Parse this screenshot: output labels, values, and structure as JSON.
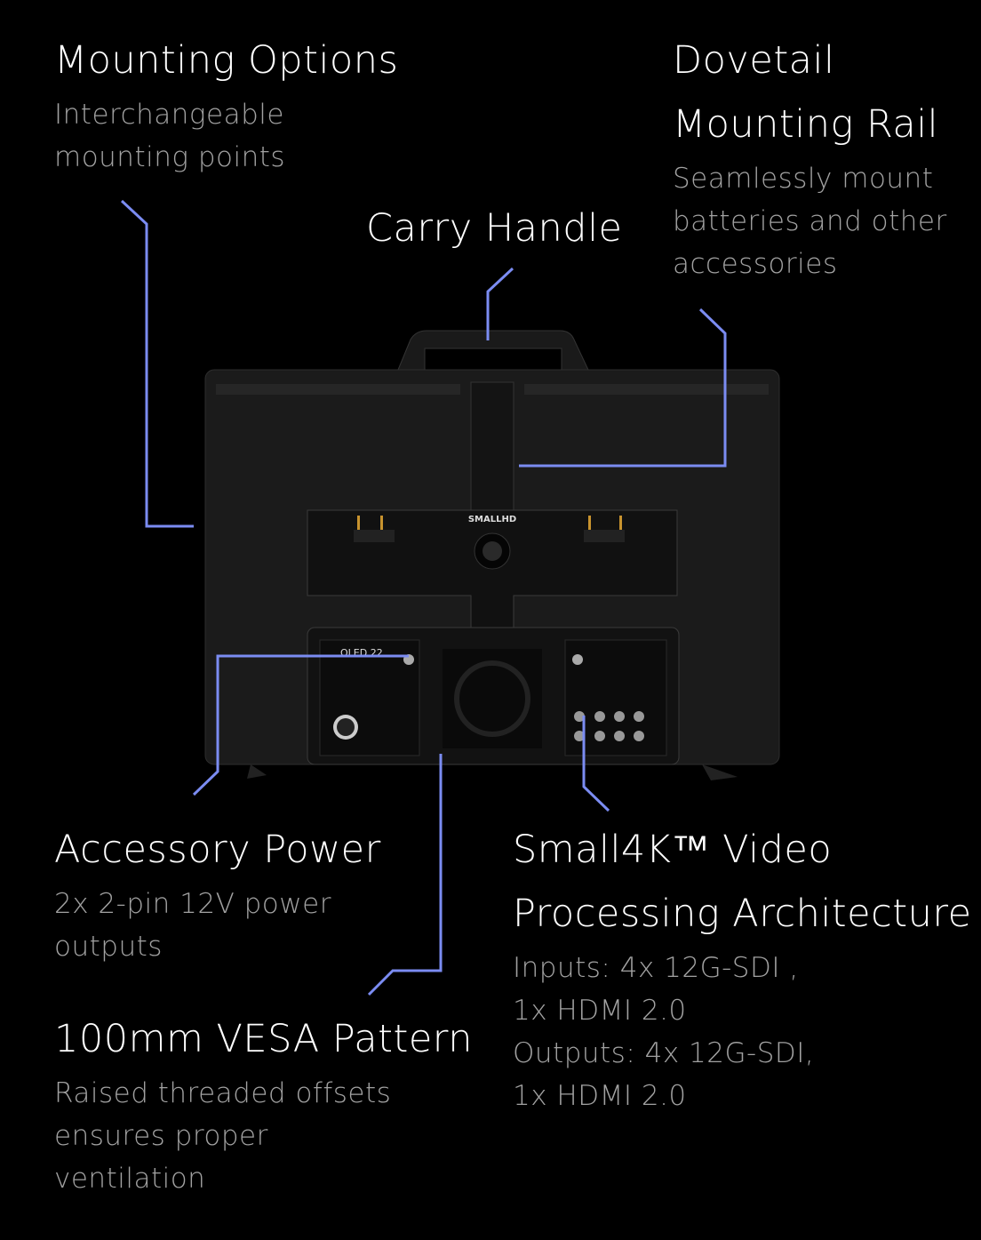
{
  "features": {
    "mounting": {
      "title": "Mounting Options",
      "desc": [
        "Interchangeable",
        "mounting points"
      ]
    },
    "dovetail": {
      "title": [
        "Dovetail",
        "Mounting Rail"
      ],
      "desc": [
        "Seamlessly mount",
        "batteries and other",
        "accessories"
      ]
    },
    "handle": {
      "title": "Carry Handle"
    },
    "power": {
      "title": "Accessory Power",
      "desc": [
        "2x 2-pin 12V power",
        "outputs"
      ]
    },
    "vesa": {
      "title": "100mm VESA Pattern",
      "desc": [
        "Raised threaded offsets",
        "ensures proper",
        "ventilation"
      ]
    },
    "video": {
      "title": [
        "Small4K™ Video",
        "Processing Architecture"
      ],
      "desc": [
        "Inputs: 4x 12G-SDI ,",
        "1x HDMI 2.0",
        "Outputs: 4x 12G-SDI,",
        "1x HDMI 2.0"
      ]
    }
  },
  "device": {
    "logo": "SMALLHD",
    "model": "OLED 22"
  },
  "colors": {
    "callout": "#7b8cf2",
    "body": "#1c1c1c"
  }
}
